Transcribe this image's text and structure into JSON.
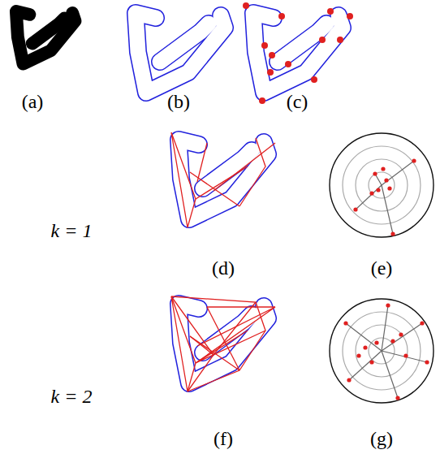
{
  "diagram": {
    "labels": [
      "(a)",
      "(b)",
      "(c)",
      "k = 1",
      "(d)",
      "(e)",
      "k = 2",
      "(f)",
      "(g)"
    ]
  }
}
